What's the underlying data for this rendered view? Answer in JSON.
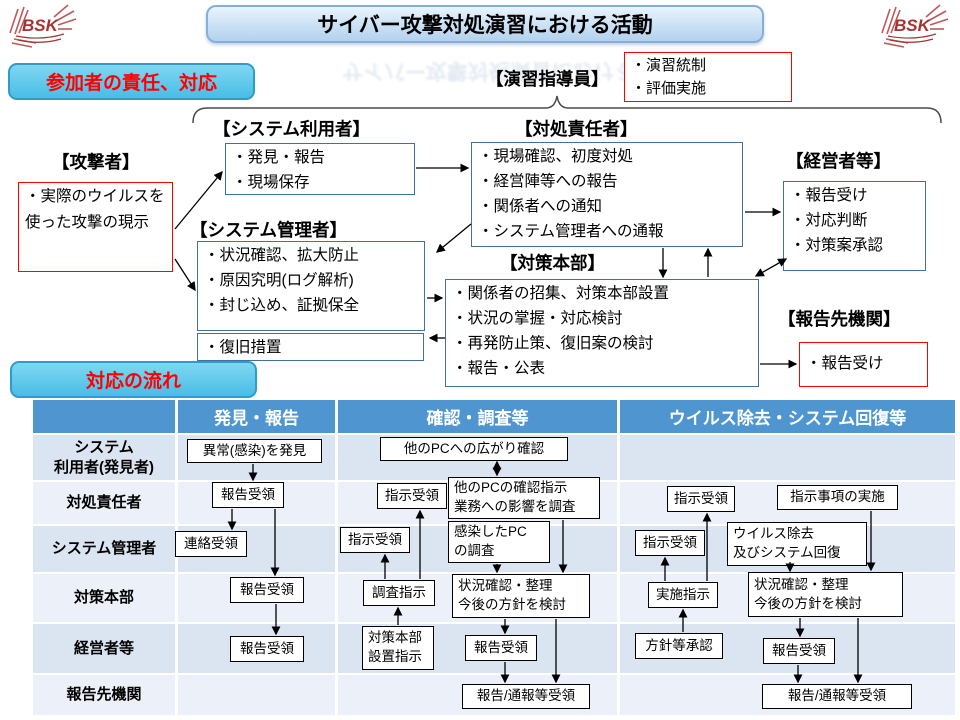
{
  "title": "サイバー攻撃対処演習における活動",
  "logo_text": "BSK",
  "badge_responsibility": "参加者の責任、対応",
  "badge_flow": "対応の流れ",
  "instructor": {
    "label": "【演習指導員】",
    "body": "・演習統制\n・評価実施"
  },
  "diagram": {
    "attacker": {
      "label": "【攻撃者】",
      "body": "・実際のウイルスを使った攻撃の現示"
    },
    "system_user": {
      "label": "【システム利用者】",
      "body": "・発見・報告\n・現場保存"
    },
    "handler": {
      "label": "【対処責任者】",
      "body": "・現場確認、初度対処\n・経営陣等への報告\n・関係者への通知\n・システム管理者への通報"
    },
    "sys_admin": {
      "label": "【システム管理者】",
      "body": "・状況確認、拡大防止\n・原因究明(ログ解析)\n・封じ込め、証拠保全"
    },
    "recovery": {
      "body": "・復旧措置"
    },
    "hq": {
      "label": "【対策本部】",
      "body": "・関係者の招集、対策本部設置\n・状況の掌握・対応検討\n・再発防止策、復旧案の検討\n・報告・公表"
    },
    "executives": {
      "label": "【経営者等】",
      "body": "・報告受け\n・対応判断\n・対策案承認"
    },
    "report_dest": {
      "label": "【報告先機関】",
      "body": "・報告受け"
    }
  },
  "table": {
    "headers": [
      "",
      "発見・報告",
      "確認・調査等",
      "ウイルス除去・システム回復等"
    ],
    "row_labels": [
      "システム\n利用者(発見者)",
      "対処責任者",
      "システム管理者",
      "対策本部",
      "経営者等",
      "報告先機関"
    ]
  },
  "flow": {
    "r1c1": "異常(感染)を発見",
    "r1c2": "他のPCへの広がり確認",
    "r2c1": "報告受領",
    "r2c2a": "指示受領",
    "r2c2b": "他のPCの確認指示\n業務への影響を調査",
    "r2c3a": "指示受領",
    "r2c3b": "指示事項の実施",
    "r3c1": "連絡受領",
    "r3c2a": "指示受領",
    "r3c2b": "感染したPC\nの調査",
    "r3c3a": "指示受領",
    "r3c3b": "ウイルス除去\n及びシステム回復",
    "r4c1": "報告受領",
    "r4c2a": "調査指示",
    "r4c2b": "状況確認・整理\n今後の方針を検討",
    "r4c3a": "実施指示",
    "r4c3b": "状況確認・整理\n今後の方針を検討",
    "r5c1": "報告受領",
    "r5c2a": "対策本部\n設置指示",
    "r5c2b": "報告受領",
    "r5c3a": "方針等承認",
    "r5c3b": "報告受領",
    "r6c2": "報告/通報等受領",
    "r6c3": "報告/通報等受領"
  },
  "colors": {
    "header_blue": "#4f96d1",
    "row_dark": "#dbe5f1",
    "row_light": "#ecf1f9",
    "badge_cyan": "#49bde6",
    "accent_red": "#ff0000",
    "box_border_blue": "#41719c",
    "logo_red": "#b03a3a"
  }
}
